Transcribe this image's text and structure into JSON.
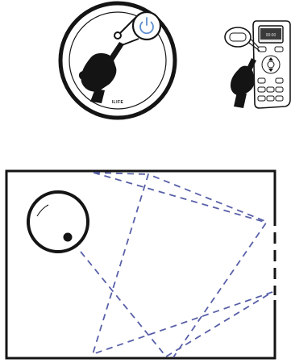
{
  "illustration": {
    "robot_top": {
      "brand": "ILIFE",
      "power_icon": "power-icon"
    },
    "remote": {
      "icon": "remote-control-icon",
      "magnified_key": "",
      "display_digits": "00:00"
    },
    "room_diagram": {
      "description_path": "random-bounce-cleaning-path",
      "robot_icon": "robot-vacuum-icon",
      "door_icon": "door-opening-icon"
    },
    "colors": {
      "ink": "#141414",
      "path": "#5860a8",
      "background": "#ffffff"
    }
  }
}
